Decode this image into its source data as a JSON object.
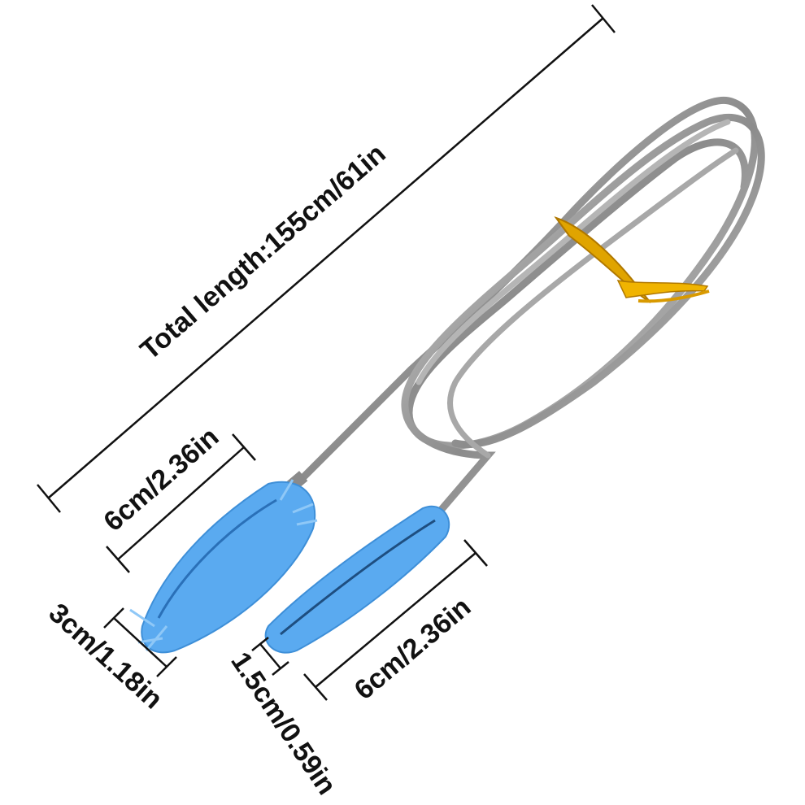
{
  "labels": {
    "total_length": "Total length:155cm/61in",
    "large_brush_length": "6cm/2.36in",
    "large_brush_diameter": "3cm/1.18in",
    "small_brush_length": "6cm/2.36in",
    "small_brush_diameter": "1.5cm/0.59in"
  },
  "colors": {
    "background": "#ffffff",
    "bristle_blue": "#4aa3ee",
    "bristle_light": "#8fc8f7",
    "steel": "#9a9a9a",
    "steel_dark": "#6e6e6e",
    "tie_gold": "#e2a500",
    "dimension_line": "#111111"
  }
}
